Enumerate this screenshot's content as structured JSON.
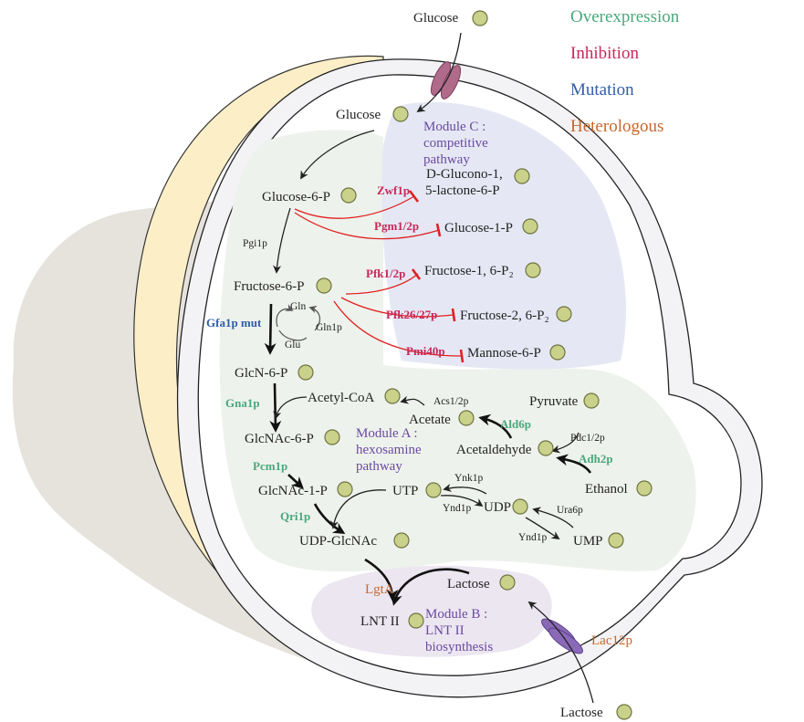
{
  "legend": [
    {
      "label": "Overexpression",
      "color": "#4aa87c"
    },
    {
      "label": "Inhibition",
      "color": "#c8285a"
    },
    {
      "label": "Mutation",
      "color": "#2f5ea8"
    },
    {
      "label": "Heterologous",
      "color": "#c8672a"
    }
  ],
  "modules": {
    "a": [
      "Module A :",
      "hexosamine",
      "pathway"
    ],
    "b": [
      "Module B :",
      "LNT II",
      "biosynthesis"
    ],
    "c": [
      "Module C :",
      "competitive",
      "pathway"
    ]
  },
  "metabolites": {
    "glucose_ext": "Glucose",
    "glucose_in": "Glucose",
    "glucose6p": "Glucose-6-P",
    "fructose6p": "Fructose-6-P",
    "glcn6p": "GlcN-6-P",
    "glcnac6p": "GlcNAc-6-P",
    "glcnac1p": "GlcNAc-1-P",
    "udpglcnac": "UDP-GlcNAc",
    "acetylcoa": "Acetyl-CoA",
    "acetate": "Acetate",
    "acetaldehyde": "Acetaldehyde",
    "pyruvate": "Pyruvate",
    "ethanol": "Ethanol",
    "utp": "UTP",
    "udp": "UDP",
    "ump": "UMP",
    "lactose_in": "Lactose",
    "lactose_ext": "Lactose",
    "lnt2": "LNT II",
    "dglucono": [
      "D-Glucono-1,",
      "5-lactone-6-P"
    ],
    "glucose1p": "Glucose-1-P",
    "fructose16p2": "Fructose-1, 6-P₂",
    "fructose26p2": "Fructose-2, 6-P₂",
    "mannose6p": "Mannose-6-P",
    "gln": "Gln",
    "glu": "Glu"
  },
  "enzymes": {
    "pgi1p": "Pgi1p",
    "gln1p": "Gln1p",
    "acs12p": "Acs1/2p",
    "pdc12p": "Pdc1/2p",
    "ynk1p": "Ynk1p",
    "ynd1p_a": "Ynd1p",
    "ynd1p_b": "Ynd1p",
    "ura6p": "Ura6p",
    "overexpression": {
      "gna1p": "Gna1p",
      "pcm1p": "Pcm1p",
      "qri1p": "Qri1p",
      "ald6p": "Ald6p",
      "adh2p": "Adh2p"
    },
    "inhibition": {
      "zwf1p": "Zwf1p",
      "pgm12p": "Pgm1/2p",
      "pfk12p": "Pfk1/2p",
      "pfk2627p": "Pfk26/27p",
      "pmi40p": "Pmi40p"
    },
    "mutation": {
      "gfa1p": "Gfa1p mut"
    },
    "heterologous": {
      "lgta": "LgtA",
      "lac12p": "Lac12p"
    }
  }
}
